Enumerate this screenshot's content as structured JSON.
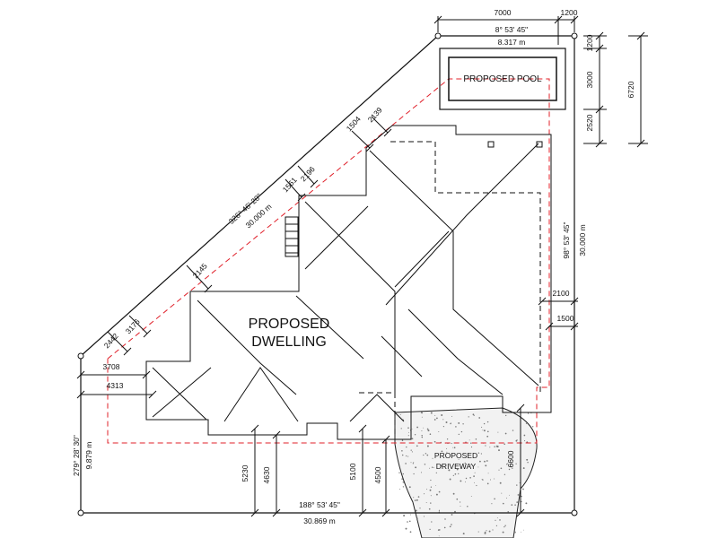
{
  "plan": {
    "pool_label": "PROPOSED POOL",
    "dwelling_label_line1": "PROPOSED",
    "dwelling_label_line2": "DWELLING",
    "driveway_label_line1": "PROPOSED",
    "driveway_label_line2": "DRIVEWAY"
  },
  "boundaries": {
    "top_bearing": "8° 53' 45\"",
    "top_length": "8.317 m",
    "diagonal_bearing": "326° 46' 20\"",
    "diagonal_length": "30.000 m",
    "right_bearing": "98° 53' 45\"",
    "right_length": "30.000 m",
    "bottom_bearing": "188° 53' 45\"",
    "bottom_length": "30.869 m",
    "left_bearing": "279° 28' 30\"",
    "left_length": "9.879 m"
  },
  "dimensions": {
    "top_7000": "7000",
    "top_1200": "1200",
    "right_1200": "1200",
    "right_3000": "3000",
    "right_2520": "2520",
    "right_6720": "6720",
    "side_2100": "2100",
    "side_1500": "1500",
    "diag_2139": "2139",
    "diag_1504": "1504",
    "diag_2196": "2196",
    "diag_1561": "1561",
    "diag_2145": "2145",
    "diag_3176": "3176",
    "diag_2442": "2442",
    "left_3708": "3708",
    "left_4313": "4313",
    "bottom_5230": "5230",
    "bottom_4630": "4630",
    "bottom_5100": "5100",
    "bottom_4500": "4500",
    "bottom_6600": "6600"
  },
  "colors": {
    "line": "#111111",
    "setback_dash": "#e0202a",
    "driveway_fill": "#f2f2f2"
  }
}
